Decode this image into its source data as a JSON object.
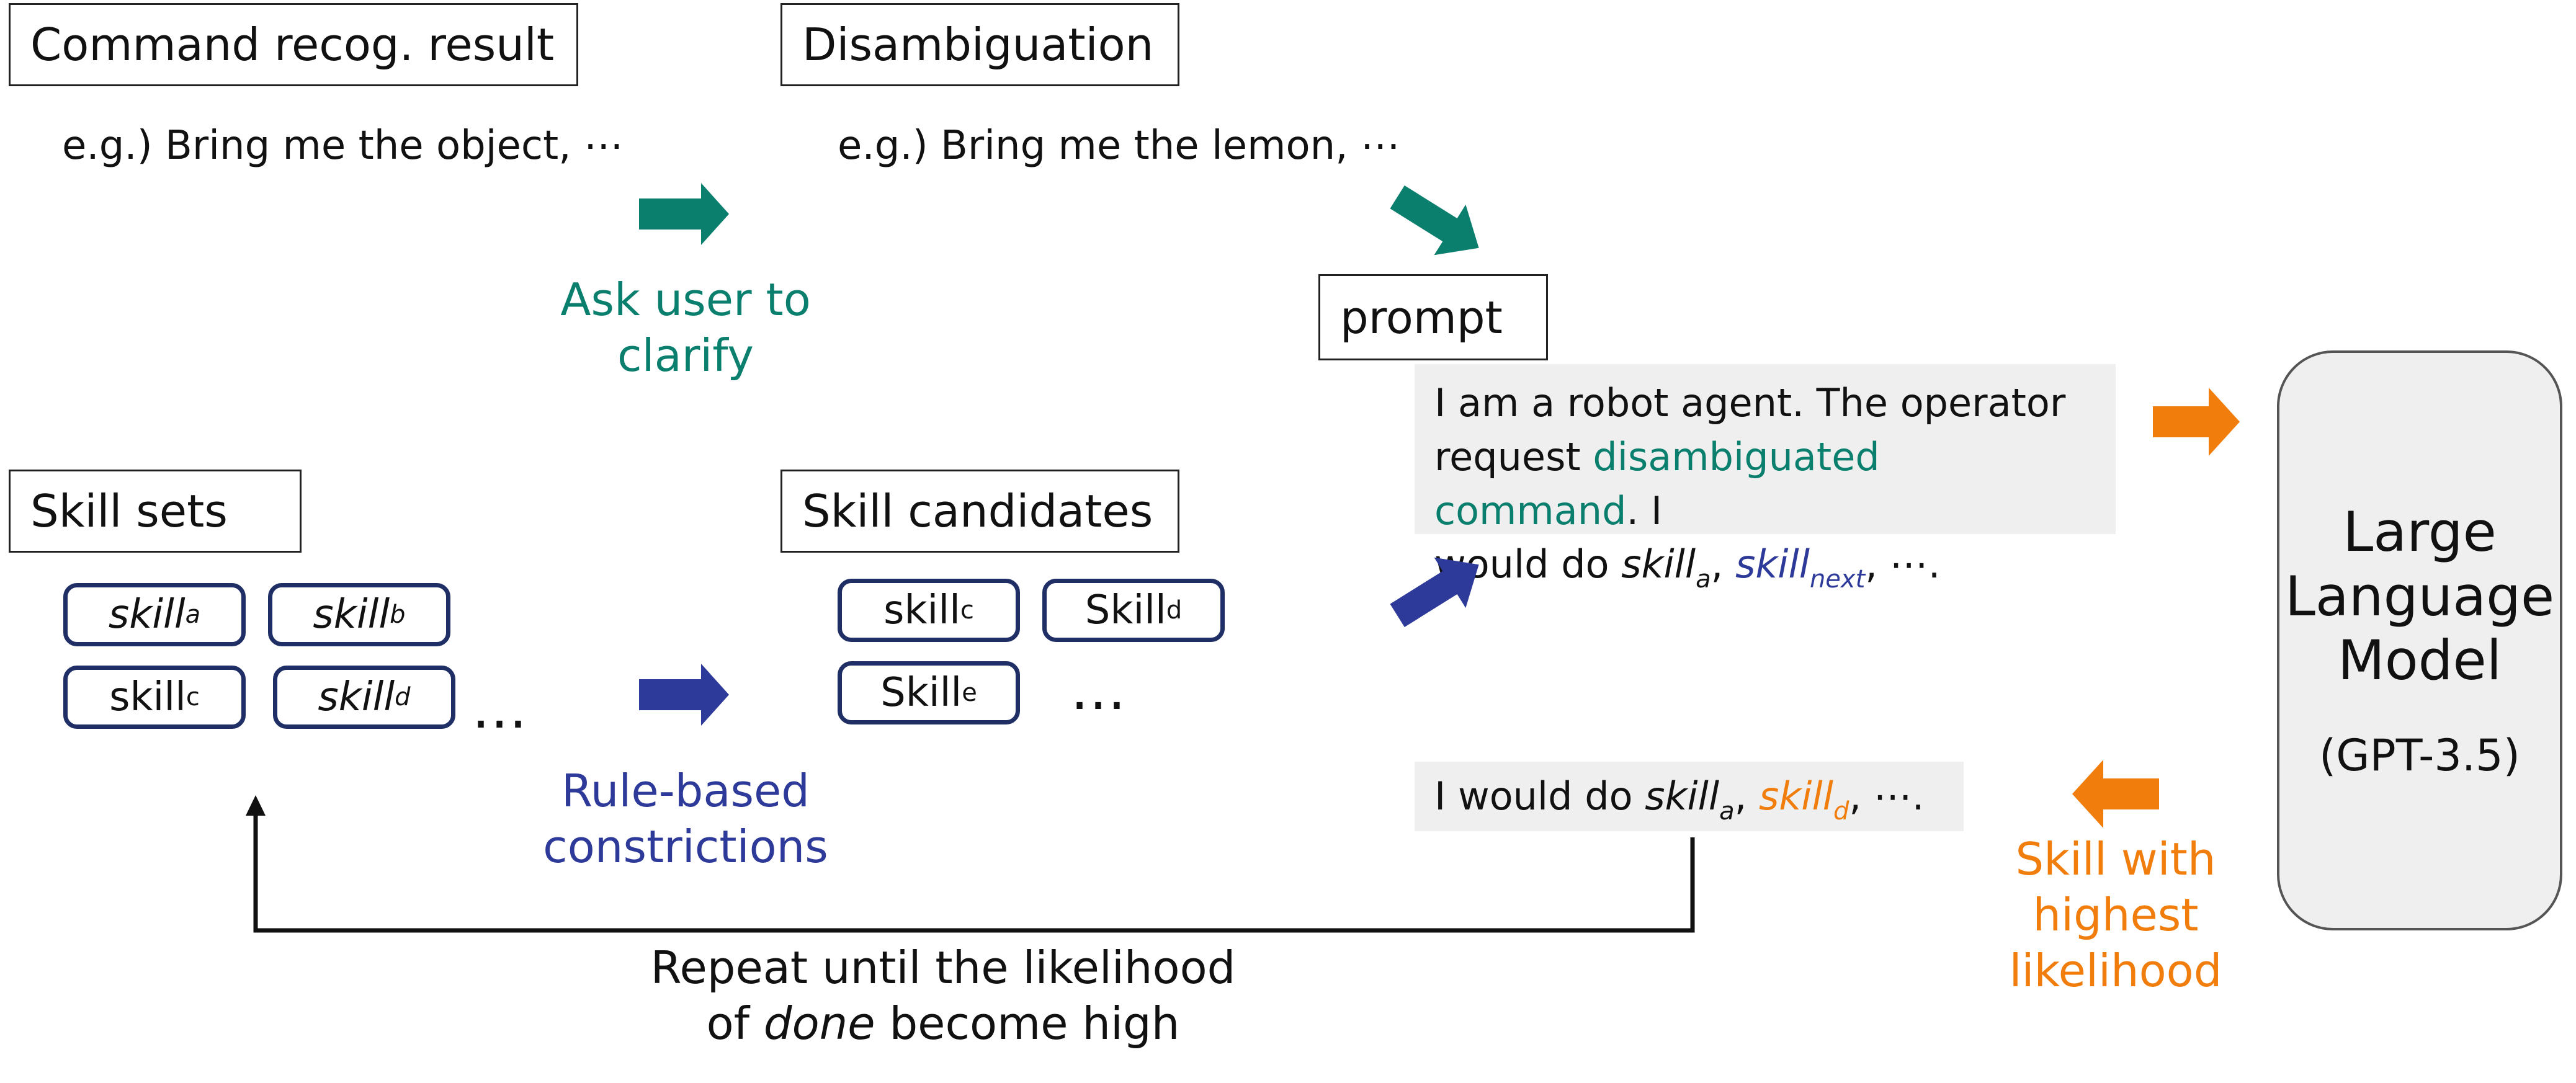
{
  "colors": {
    "teal": "#0a7f6e",
    "blue": "#2e3a99",
    "orange": "#f07d0c",
    "dark": "#111111"
  },
  "boxes": {
    "command_recog": "Command recog. result",
    "disambiguation": "Disambiguation",
    "skill_sets": "Skill sets",
    "skill_candidates": "Skill candidates",
    "prompt": "prompt"
  },
  "examples": {
    "command": "e.g.) Bring me the object, ⋯",
    "disambiguated": "e.g.) Bring me the lemon, ⋯"
  },
  "captions": {
    "ask_user": [
      "Ask user to",
      "clarify"
    ],
    "rule_based": [
      "Rule-based",
      "constrictions"
    ],
    "skill_highest": [
      "Skill with",
      "highest",
      "likelihood"
    ],
    "repeat_line1": "Repeat until the likelihood",
    "repeat_of": "of ",
    "repeat_done": "done",
    "repeat_rest": " become high"
  },
  "skill_sets": [
    {
      "base": "skill",
      "sub": "a",
      "italic": true
    },
    {
      "base": "skill",
      "sub": "b",
      "italic": true
    },
    {
      "base": "skill",
      "sub": "c",
      "italic": false
    },
    {
      "base": "skill",
      "sub": "d",
      "italic": true
    }
  ],
  "skill_candidates": [
    {
      "base": "skill",
      "sub": "c",
      "italic": false
    },
    {
      "base": "Skill",
      "sub": "d",
      "italic": false
    },
    {
      "base": "Skill",
      "sub": "e",
      "italic": false
    }
  ],
  "ellipsis": "…",
  "prompt_text": {
    "line1": "I am a robot agent. The operator",
    "request": "request ",
    "disambiguated_command": "disambiguated command",
    "after_cmd": ". I",
    "would_do": "would do ",
    "skill": "skill",
    "sub_a": "a",
    "comma": ", ",
    "sub_next": "next",
    "tail": ", ⋯."
  },
  "output_text": {
    "would_do": "I would do ",
    "skill": "skill",
    "sub_a": "a",
    "comma": ", ",
    "sub_d": "d",
    "tail": ", ⋯."
  },
  "llm": {
    "title": "Large\nLanguage\nModel",
    "subtitle": "(GPT-3.5)"
  }
}
